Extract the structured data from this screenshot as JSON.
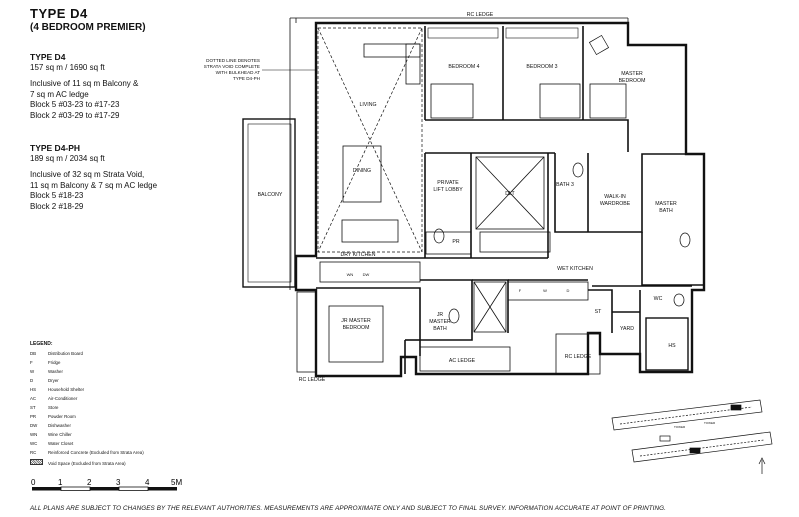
{
  "header": {
    "title": "TYPE  D4",
    "subtitle": "(4 BEDROOM PREMIER)"
  },
  "unit_d4": {
    "name": "TYPE D4",
    "area": "157 sq m / 1690 sq ft",
    "lines": [
      "Inclusive of 11 sq m Balcony &",
      "7 sq m AC ledge",
      "Block 5 #03-23 to #17-23",
      "Block 2 #03-29 to #17-29"
    ]
  },
  "unit_d4ph": {
    "name": "TYPE D4-PH",
    "area": "189 sq m / 2034 sq ft",
    "lines": [
      "Inclusive of 32 sq m Strata Void,",
      "11 sq m Balcony & 7 sq m AC ledge",
      "Block 5 #18-23",
      "Block 2 #18-29"
    ]
  },
  "legend": {
    "title": "LEGEND:",
    "items": [
      {
        "code": "DB",
        "desc": "Distribution Board"
      },
      {
        "code": "F",
        "desc": "Fridge"
      },
      {
        "code": "W",
        "desc": "Washer"
      },
      {
        "code": "D",
        "desc": "Dryer"
      },
      {
        "code": "HS",
        "desc": "Household Shelter"
      },
      {
        "code": "AC",
        "desc": "Air-Conditioner"
      },
      {
        "code": "ST",
        "desc": "Store"
      },
      {
        "code": "PR",
        "desc": "Powder Room"
      },
      {
        "code": "DW",
        "desc": "Dishwasher"
      },
      {
        "code": "WN",
        "desc": "Wine Chiller"
      },
      {
        "code": "WC",
        "desc": "Water Closet"
      },
      {
        "code": "RC",
        "desc": "Reinforced Concrete (Excluded from Strata Area)"
      },
      {
        "code": "",
        "desc": "Void Space (Excluded from Strata Area)"
      }
    ]
  },
  "scale": {
    "ticks": [
      "0",
      "1",
      "2",
      "3",
      "4",
      "5M"
    ]
  },
  "disclaimer": "ALL PLANS ARE SUBJECT TO CHANGES BY THE RELEVANT AUTHORITIES. MEASUREMENTS ARE APPROXIMATE ONLY AND SUBJECT TO FINAL SURVEY. INFORMATION ACCURATE AT POINT OF PRINTING.",
  "plan": {
    "note": [
      "DOTTED LINE DENOTES",
      "STRATA VOID COMPLETE",
      "WITH BULKHEAD AT",
      "TYPE D4-PH"
    ],
    "rooms": {
      "rc_ledge_top": "RC LEDGE",
      "living": "LIVING",
      "bedroom4": "BEDROOM 4",
      "bedroom3": "BEDROOM 3",
      "master_bedroom_1": "MASTER",
      "master_bedroom_2": "BEDROOM",
      "balcony": "BALCONY",
      "dining": "DINING",
      "private_lift_1": "PRIVATE",
      "private_lift_2": "LIFT LOBBY",
      "dlt": "DLT",
      "bath3": "BATH 3",
      "walkin_1": "WALK-IN",
      "walkin_2": "WARDROBE",
      "master_bath_1": "MASTER",
      "master_bath_2": "BATH",
      "pr": "PR",
      "dry_kitchen": "DRY KITCHEN",
      "wet_kitchen": "WET KITCHEN",
      "jr_master_1": "JR MASTER",
      "jr_master_2": "BEDROOM",
      "jr_bath_1": "JR",
      "jr_bath_2": "MASTER",
      "jr_bath_3": "BATH",
      "wc": "WC",
      "st": "ST",
      "yard": "YARD",
      "hs": "HS",
      "ac_ledge": "AC LEDGE",
      "rc_ledge_mid": "RC LEDGE",
      "rc_ledge_bottom": "RC LEDGE",
      "wn": "WN",
      "dw": "DW",
      "f": "F",
      "w": "W",
      "d": "D"
    }
  },
  "keyplan": {
    "labels": [
      "TOWER",
      "TOWER"
    ]
  }
}
